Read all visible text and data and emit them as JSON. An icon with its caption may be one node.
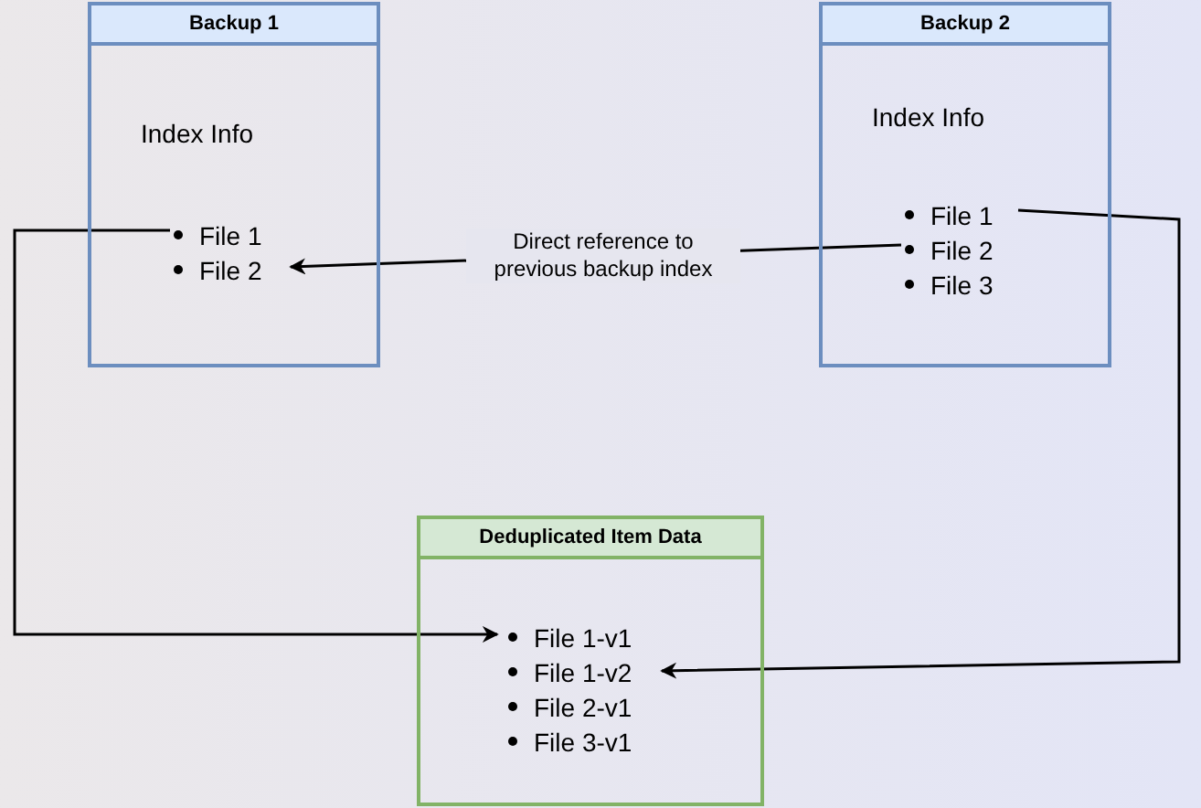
{
  "diagram": {
    "nodes": [
      {
        "text": [
          "Backup 1",
          "Index Info"
        ]
      },
      {
        "text": [
          "File 1"
        ],
        "in": 0
      },
      {
        "text": [
          "File 2"
        ],
        "in": 0
      },
      {
        "text": [
          "Backup 2",
          "Index Info"
        ]
      },
      {
        "text": [
          "File 1"
        ],
        "in": 3
      },
      {
        "text": [
          "File 2"
        ],
        "in": 3
      },
      {
        "text": [
          "File 3"
        ],
        "in": 3
      },
      {
        "text": [
          "Deduplicated Item Data"
        ]
      },
      {
        "text": [
          "File 1-v1"
        ],
        "in": 7
      },
      {
        "text": [
          "File 1-v2"
        ],
        "in": 7
      },
      {
        "text": [
          "File 2-v1"
        ],
        "in": 7
      },
      {
        "text": [
          "File 3-v1"
        ],
        "in": 7
      }
    ],
    "edges": [
      {
        "from": 1,
        "to": 8,
        "arrow": "to"
      },
      {
        "from": 5,
        "to": 2,
        "arrow": "to",
        "label": "Direct reference to previous backup index"
      },
      {
        "from": 4,
        "to": 9,
        "arrow": "to"
      }
    ]
  }
}
